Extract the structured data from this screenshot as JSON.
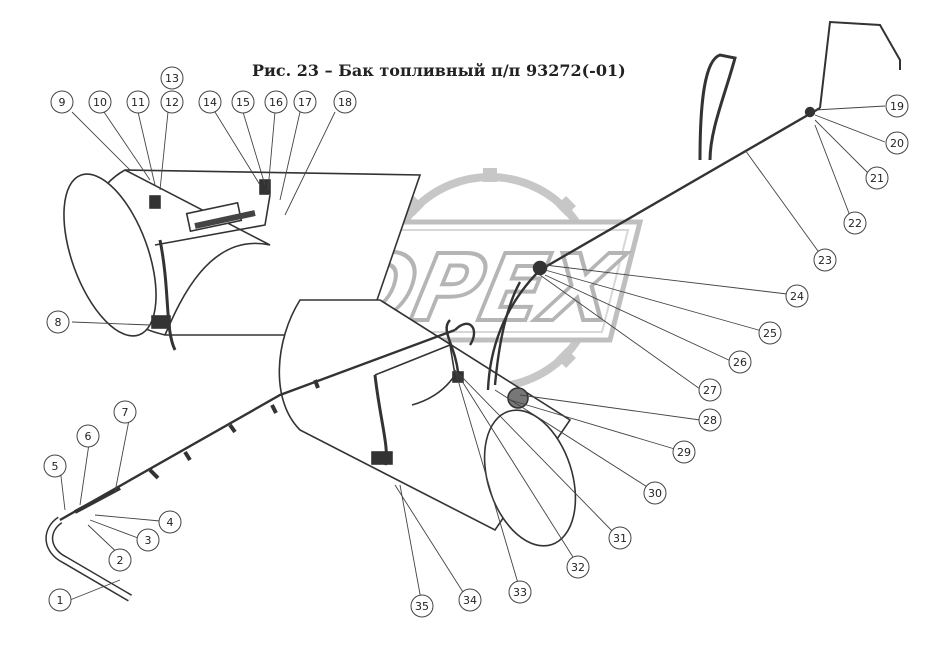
{
  "title": "Рис. 23 – Бак топливный п/п 93272(-01)",
  "watermark": {
    "text": "OPEX",
    "color": "#bdbdbd"
  },
  "callouts": [
    "1",
    "2",
    "3",
    "4",
    "5",
    "6",
    "7",
    "8",
    "9",
    "10",
    "11",
    "12",
    "13",
    "14",
    "15",
    "16",
    "17",
    "18",
    "19",
    "20",
    "21",
    "22",
    "23",
    "24",
    "25",
    "26",
    "27",
    "28",
    "29",
    "30",
    "31",
    "32",
    "33",
    "34",
    "35"
  ]
}
